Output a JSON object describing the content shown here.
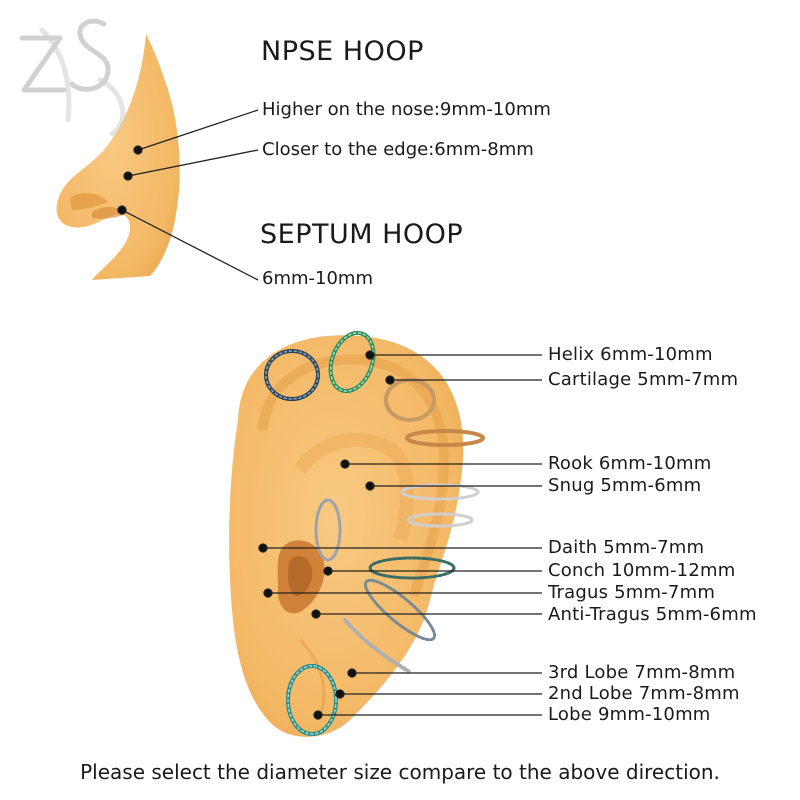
{
  "brand": {
    "logo_text": "ZS"
  },
  "colors": {
    "skin": "#F6C174",
    "skin_dark": "#E8A24A",
    "text": "#1a1a1a"
  },
  "nose_section": {
    "npse_heading": "NPSE HOOP",
    "higher_note": "Higher on the nose:9mm-10mm",
    "closer_note": "Closer to the edge:6mm-8mm",
    "septum_heading": "SEPTUM HOOP",
    "septum_note": "6mm-10mm"
  },
  "ear_section": {
    "labels": [
      "Helix  6mm-10mm",
      "Cartilage  5mm-7mm",
      "Rook  6mm-10mm",
      "Snug  5mm-6mm",
      "Daith  5mm-7mm",
      "Conch  10mm-12mm",
      "Tragus  5mm-7mm",
      "Anti-Tragus  5mm-6mm",
      "3rd Lobe  7mm-8mm",
      "2nd Lobe  7mm-8mm",
      "Lobe  9mm-10mm"
    ]
  },
  "footer": "Please select the diameter size compare to the above direction."
}
